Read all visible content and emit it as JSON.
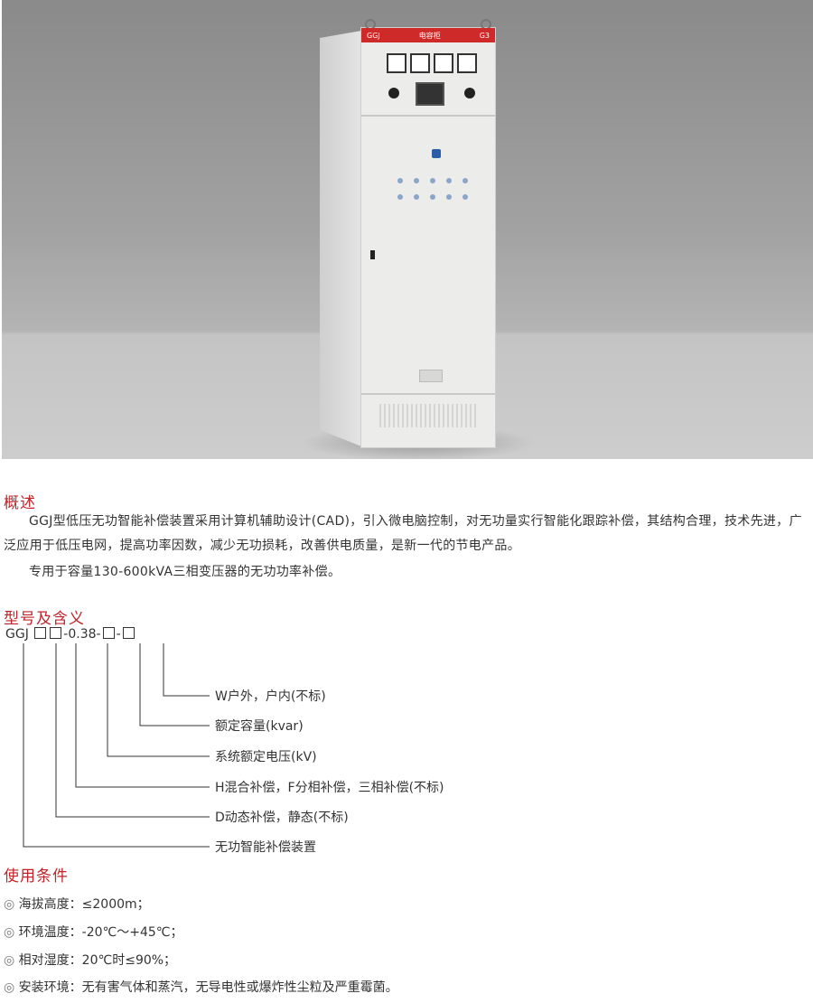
{
  "cabinet": {
    "label_left": "GGJ",
    "label_center": "电容柜",
    "label_right": "G3"
  },
  "overview": {
    "title": "概述",
    "para1": "GGJ型低压无功智能补偿装置采用计算机辅助设计(CAD)，引入微电脑控制，对无功量实行智能化跟踪补偿，其结构合理，技术先进，广泛应用于低压电网，提高功率因数，减少无功损耗，改善供电质量，是新一代的节电产品。",
    "para2": "专用于容量130-600kVA三相变压器的无功功率补偿。"
  },
  "model": {
    "title": "型号及含义",
    "prefix": "GGJ",
    "mid": "-0.38-",
    "dash": "-",
    "items": [
      "W户外，户内(不标)",
      "额定容量(kvar)",
      "系统额定电压(kV)",
      "H混合补偿，F分相补偿，三相补偿(不标)",
      "D动态补偿，静态(不标)",
      "无功智能补偿装置"
    ]
  },
  "conditions": {
    "title": "使用条件",
    "bullet": "◎",
    "items": [
      "海拔高度：≤2000m；",
      "环境温度：-20℃～+45℃；",
      "相对湿度：20℃时≤90%；",
      "安装环境：无有害气体和蒸汽，无导电性或爆炸性尘粒及严重霉菌。"
    ]
  }
}
